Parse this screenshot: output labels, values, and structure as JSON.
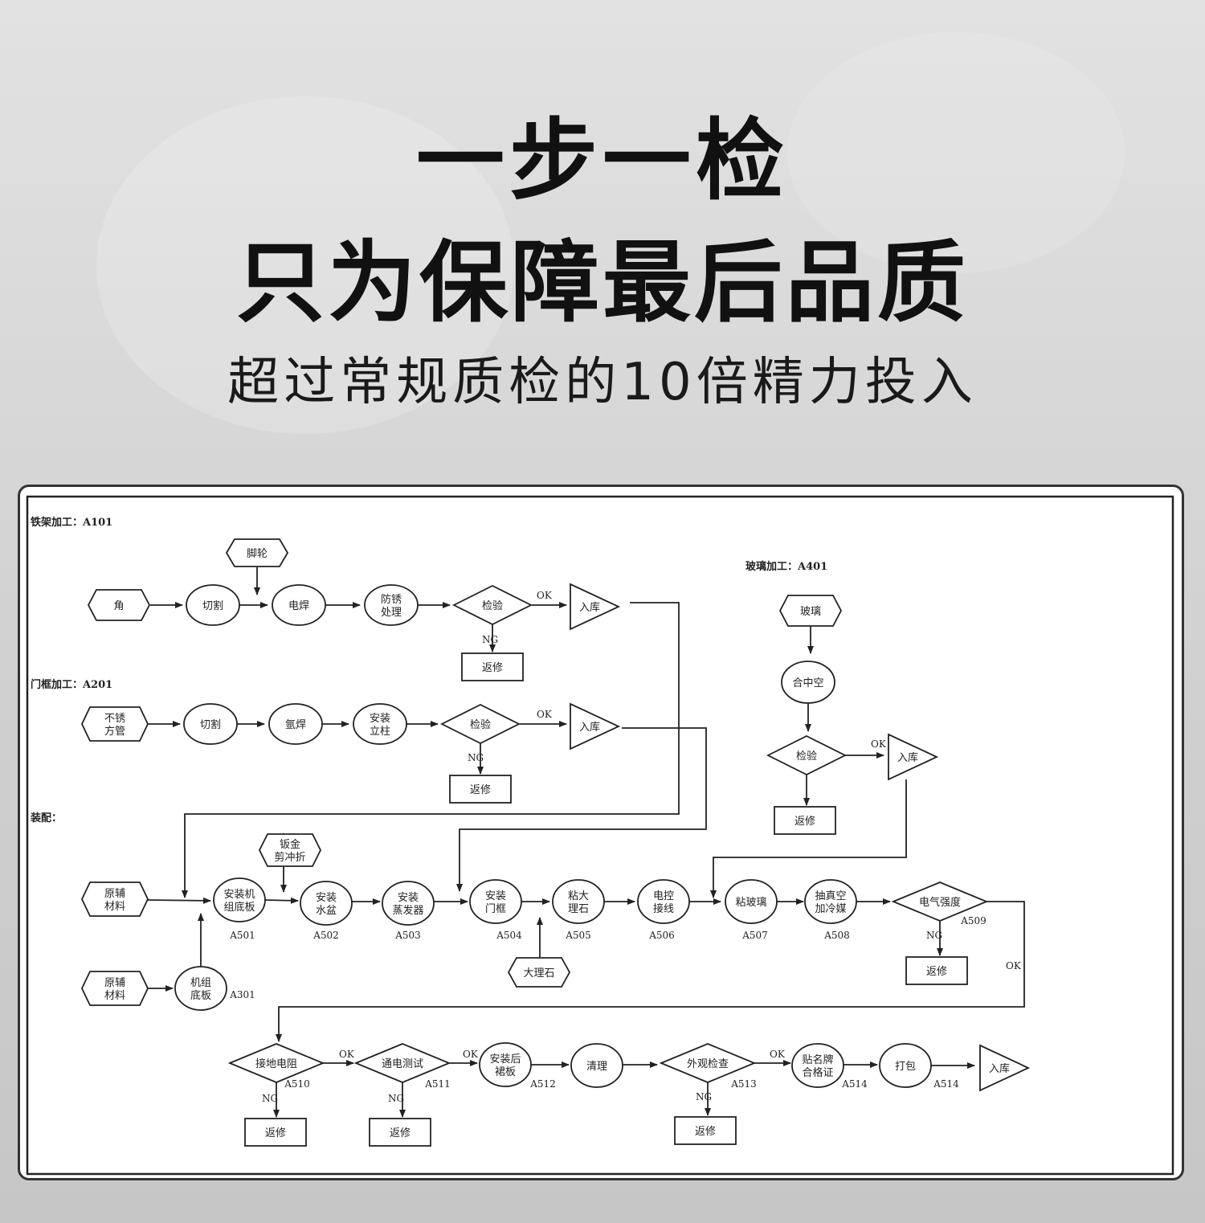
{
  "header": {
    "title1": "一步一检",
    "title2": "只为保障最后品质",
    "subtitle": "超过常规质检的10倍精力投入"
  },
  "sections": {
    "a101": "铁架加工：A101",
    "a201": "门框加工：A201",
    "a401": "玻璃加工：A401",
    "assembly": "装配："
  },
  "edge_labels": {
    "ok": "OK",
    "ng": "NG"
  },
  "nodes": [
    {
      "id": "jiao",
      "shape": "hex",
      "lines": [
        "角"
      ]
    },
    {
      "id": "jiaolun",
      "shape": "hex",
      "lines": [
        "脚轮"
      ]
    },
    {
      "id": "qiege1",
      "shape": "ellipse",
      "lines": [
        "切割"
      ]
    },
    {
      "id": "diahan",
      "shape": "ellipse",
      "lines": [
        "电焊"
      ]
    },
    {
      "id": "fangxiu",
      "shape": "ellipse",
      "lines": [
        "防锈",
        "处理"
      ]
    },
    {
      "id": "jianyan1",
      "shape": "diamond",
      "lines": [
        "检验"
      ]
    },
    {
      "id": "ruku1",
      "shape": "triangle",
      "lines": [
        "入库"
      ]
    },
    {
      "id": "fanxiu1",
      "shape": "rect",
      "lines": [
        "返修"
      ]
    },
    {
      "id": "buxiu",
      "shape": "hex",
      "lines": [
        "不锈",
        "方管"
      ]
    },
    {
      "id": "qiege2",
      "shape": "ellipse",
      "lines": [
        "切割"
      ]
    },
    {
      "id": "yahan",
      "shape": "ellipse",
      "lines": [
        "氩焊"
      ]
    },
    {
      "id": "lizhu",
      "shape": "ellipse",
      "lines": [
        "安装",
        "立柱"
      ]
    },
    {
      "id": "jianyan2",
      "shape": "diamond",
      "lines": [
        "检验"
      ]
    },
    {
      "id": "ruku2",
      "shape": "triangle",
      "lines": [
        "入库"
      ]
    },
    {
      "id": "fanxiu2",
      "shape": "rect",
      "lines": [
        "返修"
      ]
    },
    {
      "id": "boli",
      "shape": "hex",
      "lines": [
        "玻璃"
      ]
    },
    {
      "id": "hezhongkong",
      "shape": "ellipse",
      "lines": [
        "合中空"
      ]
    },
    {
      "id": "jianyan3",
      "shape": "diamond",
      "lines": [
        "检验"
      ]
    },
    {
      "id": "ruku3",
      "shape": "triangle",
      "lines": [
        "入库"
      ]
    },
    {
      "id": "fanxiu3",
      "shape": "rect",
      "lines": [
        "返修"
      ]
    },
    {
      "id": "yuanfu1",
      "shape": "hex",
      "lines": [
        "原辅",
        "材料"
      ]
    },
    {
      "id": "banjin",
      "shape": "hex",
      "lines": [
        "钣金",
        "剪冲折"
      ]
    },
    {
      "id": "a501",
      "shape": "ellipse",
      "lines": [
        "安装机",
        "组底板"
      ],
      "code": "A501"
    },
    {
      "id": "a502",
      "shape": "ellipse",
      "lines": [
        "安装",
        "水盆"
      ],
      "code": "A502"
    },
    {
      "id": "a503",
      "shape": "ellipse",
      "lines": [
        "安装",
        "蒸发器"
      ],
      "code": "A503"
    },
    {
      "id": "a504",
      "shape": "ellipse",
      "lines": [
        "安装",
        "门框"
      ],
      "code": "A504"
    },
    {
      "id": "a505",
      "shape": "ellipse",
      "lines": [
        "粘大",
        "理石"
      ],
      "code": "A505"
    },
    {
      "id": "a506",
      "shape": "ellipse",
      "lines": [
        "电控",
        "接线"
      ],
      "code": "A506"
    },
    {
      "id": "a507",
      "shape": "ellipse",
      "lines": [
        "粘玻璃"
      ],
      "code": "A507"
    },
    {
      "id": "a508",
      "shape": "ellipse",
      "lines": [
        "抽真空",
        "加冷媒"
      ],
      "code": "A508"
    },
    {
      "id": "a509",
      "shape": "diamond",
      "lines": [
        "电气强度"
      ],
      "code": "A509"
    },
    {
      "id": "fanxiu509",
      "shape": "rect",
      "lines": [
        "返修"
      ]
    },
    {
      "id": "dalishi",
      "shape": "hex",
      "lines": [
        "大理石"
      ]
    },
    {
      "id": "yuanfu2",
      "shape": "hex",
      "lines": [
        "原辅",
        "材料"
      ]
    },
    {
      "id": "a301",
      "shape": "ellipse",
      "lines": [
        "机组",
        "底板"
      ],
      "code": "A301"
    },
    {
      "id": "a510",
      "shape": "diamond",
      "lines": [
        "接地电阻"
      ],
      "code": "A510"
    },
    {
      "id": "a511",
      "shape": "diamond",
      "lines": [
        "通电测试"
      ],
      "code": "A511"
    },
    {
      "id": "a512",
      "shape": "ellipse",
      "lines": [
        "安装后",
        "裙板"
      ],
      "code": "A512"
    },
    {
      "id": "qingli",
      "shape": "ellipse",
      "lines": [
        "清理"
      ]
    },
    {
      "id": "a513",
      "shape": "diamond",
      "lines": [
        "外观检查"
      ],
      "code": "A513"
    },
    {
      "id": "a514a",
      "shape": "ellipse",
      "lines": [
        "贴名牌",
        "合格证"
      ],
      "code": "A514"
    },
    {
      "id": "a514b",
      "shape": "ellipse",
      "lines": [
        "打包"
      ],
      "code": "A514"
    },
    {
      "id": "ruku_final",
      "shape": "triangle",
      "lines": [
        "入库"
      ]
    },
    {
      "id": "fanxiu510",
      "shape": "rect",
      "lines": [
        "返修"
      ]
    },
    {
      "id": "fanxiu511",
      "shape": "rect",
      "lines": [
        "返修"
      ]
    },
    {
      "id": "fanxiu513",
      "shape": "rect",
      "lines": [
        "返修"
      ]
    }
  ]
}
